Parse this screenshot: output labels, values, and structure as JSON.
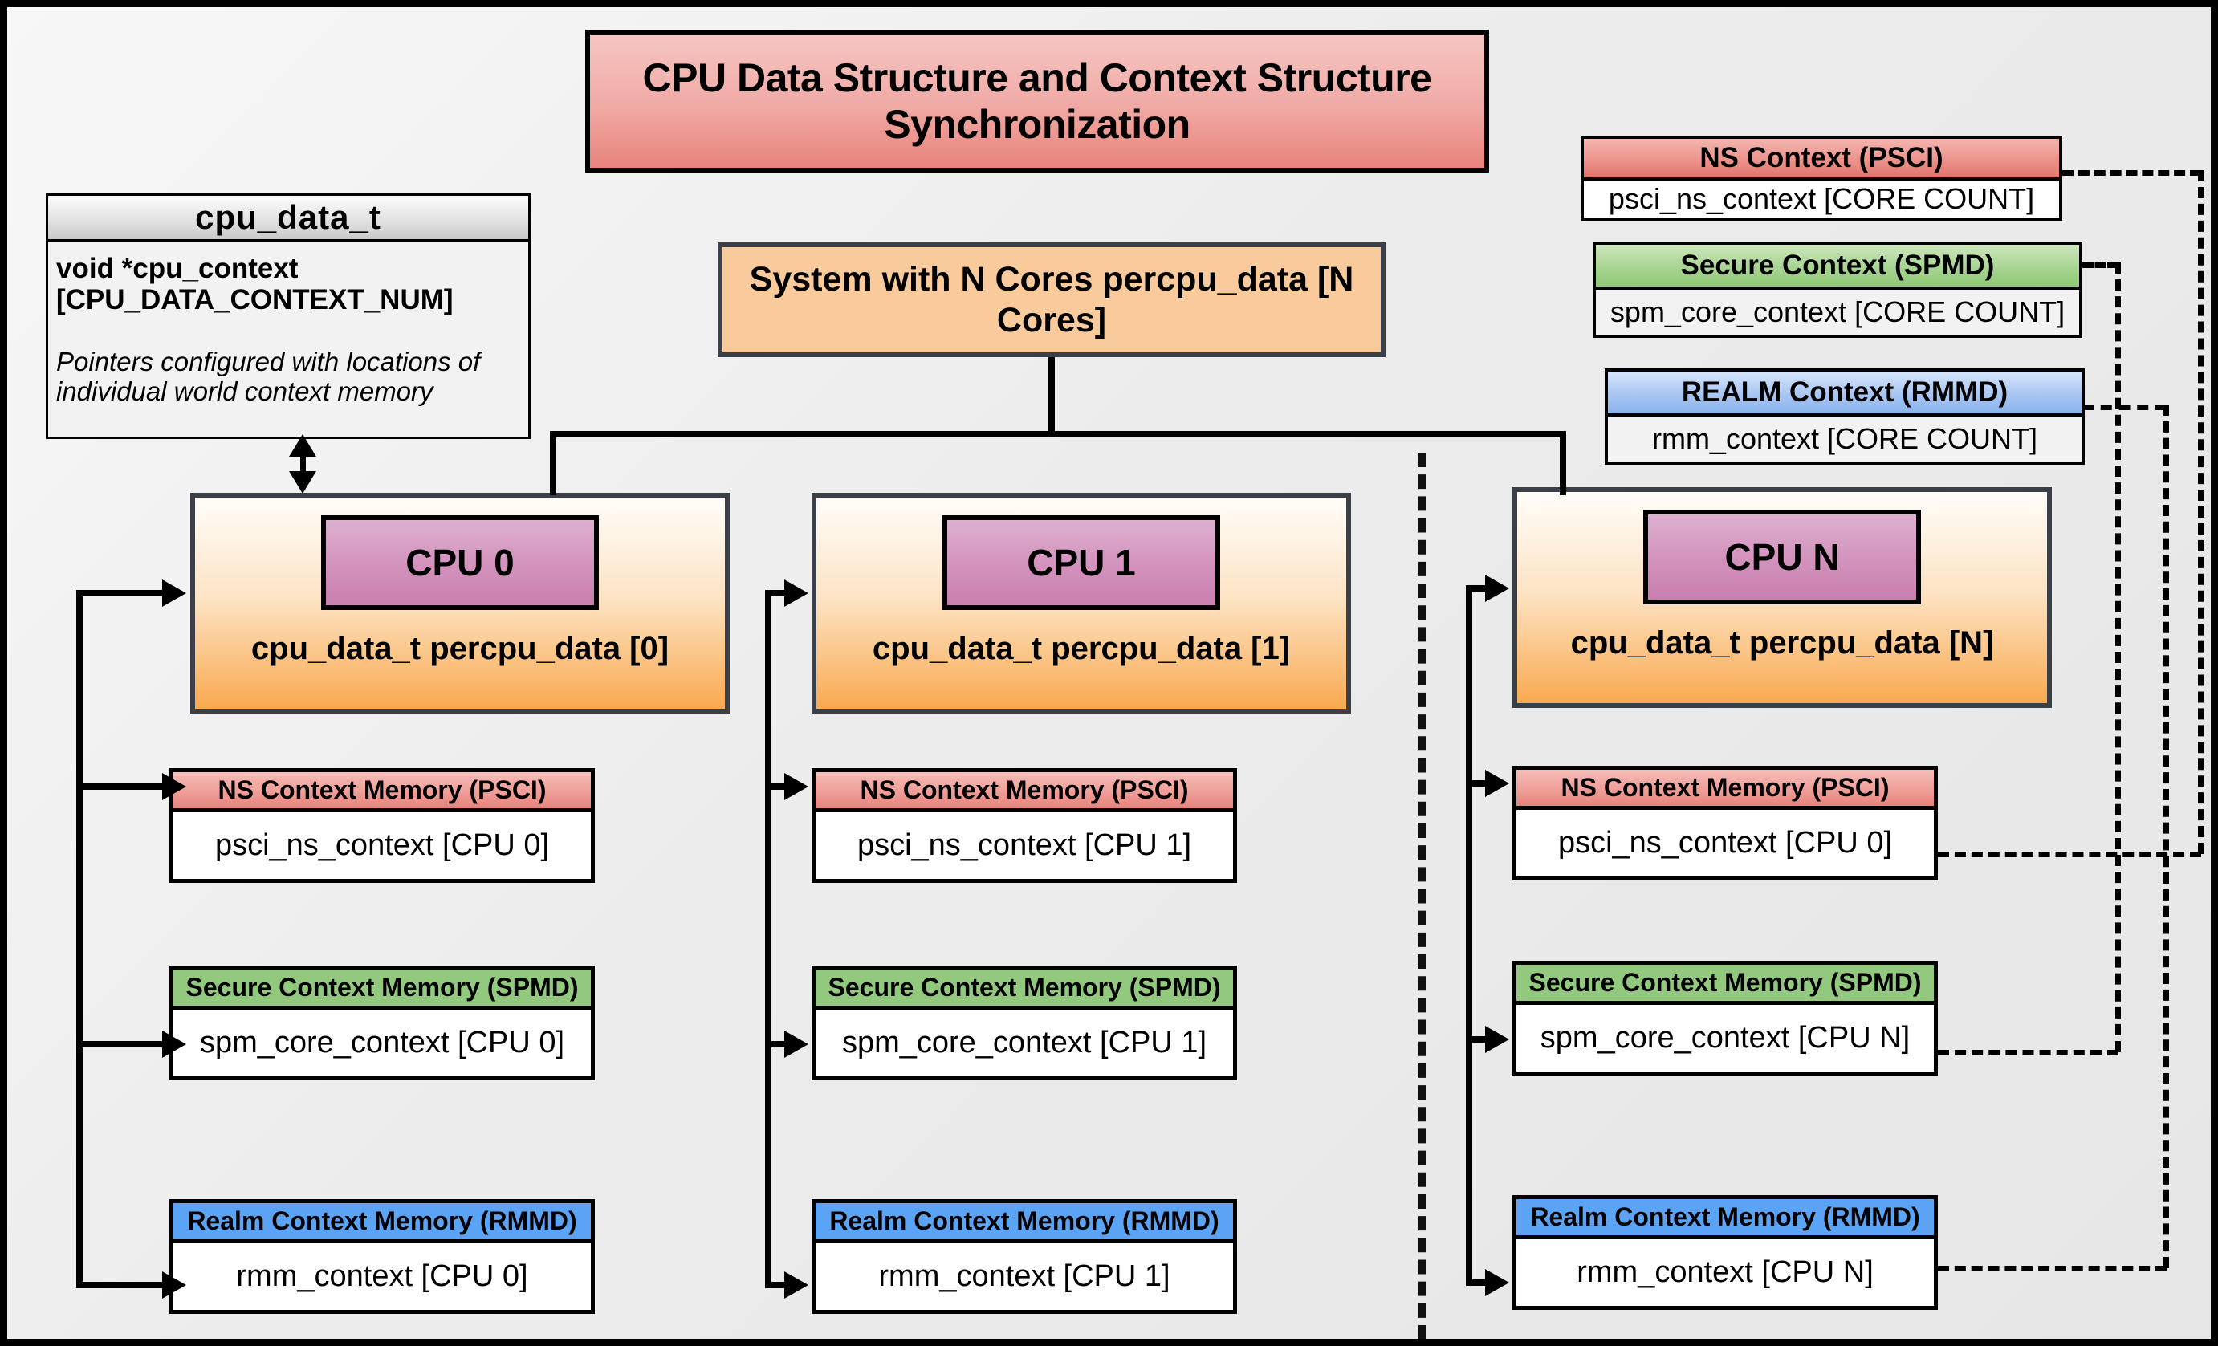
{
  "title": "CPU Data Structure and Context Structure Synchronization",
  "struct": {
    "name": "cpu_data_t",
    "field": "void  *cpu_context [CPU_DATA_CONTEXT_NUM]",
    "note": "Pointers configured with locations of individual world context memory"
  },
  "system": {
    "label": "System with N Cores percpu_data [N Cores]"
  },
  "global_contexts": [
    {
      "header": "NS Context  (PSCI)",
      "value": "psci_ns_context [CORE COUNT]"
    },
    {
      "header": "Secure Context (SPMD)",
      "value": "spm_core_context [CORE COUNT]"
    },
    {
      "header": "REALM Context (RMMD)",
      "value": "rmm_context [CORE COUNT]"
    }
  ],
  "cpus": [
    {
      "chip": "CPU 0",
      "data_label": "cpu_data_t percpu_data [0]",
      "contexts": [
        {
          "header": "NS Context Memory (PSCI)",
          "value": "psci_ns_context [CPU 0]"
        },
        {
          "header": "Secure Context Memory (SPMD)",
          "value": "spm_core_context [CPU 0]"
        },
        {
          "header": "Realm Context Memory (RMMD)",
          "value": "rmm_context [CPU 0]"
        }
      ]
    },
    {
      "chip": "CPU 1",
      "data_label": "cpu_data_t percpu_data [1]",
      "contexts": [
        {
          "header": "NS Context Memory (PSCI)",
          "value": "psci_ns_context [CPU 1]"
        },
        {
          "header": "Secure Context Memory (SPMD)",
          "value": "spm_core_context [CPU 1]"
        },
        {
          "header": "Realm Context Memory (RMMD)",
          "value": "rmm_context [CPU 1]"
        }
      ]
    },
    {
      "chip": "CPU N",
      "data_label": "cpu_data_t percpu_data [N]",
      "contexts": [
        {
          "header": "NS Context Memory (PSCI)",
          "value": "psci_ns_context [CPU 0]"
        },
        {
          "header": "Secure Context Memory (SPMD)",
          "value": "spm_core_context [CPU N]"
        },
        {
          "header": "Realm Context Memory (RMMD)",
          "value": "rmm_context [CPU N]"
        }
      ]
    }
  ],
  "colors": {
    "ns": "#e8837c",
    "secure": "#93c97e",
    "realm": "#5ba4f5",
    "cpu_fill": "#f9a94f",
    "chip": "#d393bd",
    "background": "#ececec"
  }
}
